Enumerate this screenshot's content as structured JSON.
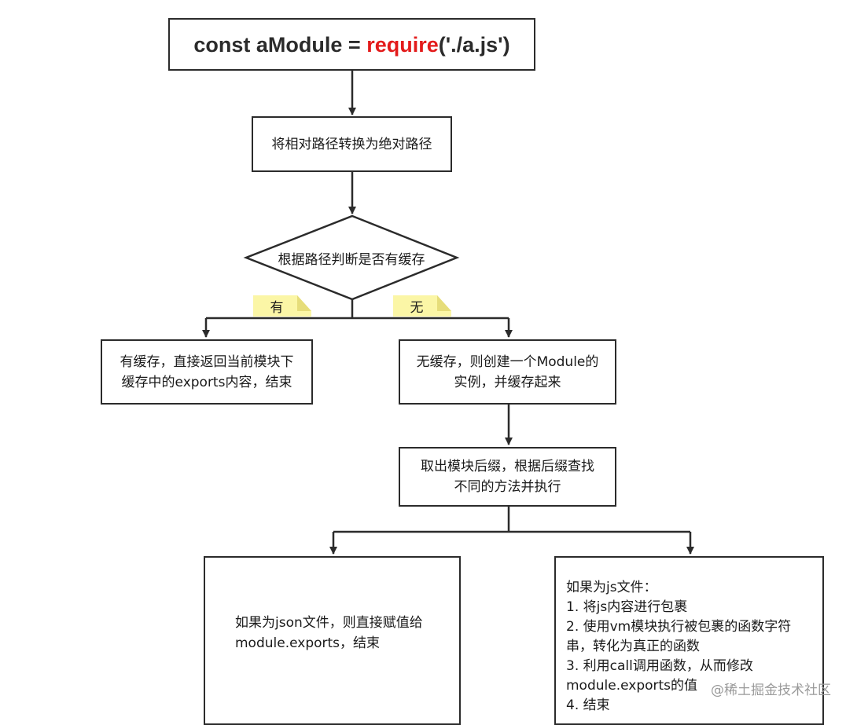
{
  "title": {
    "prefix": "const aModule = ",
    "keyword": "require",
    "suffix": "('./a.js')"
  },
  "nodes": {
    "resolve": "将相对路径转换为绝对路径",
    "decision": "根据路径判断是否有缓存",
    "cached_line1": "有缓存，直接返回当前模块下",
    "cached_line2": "缓存中的exports内容，结束",
    "not_cached_line1": "无缓存，则创建一个Module的",
    "not_cached_line2": "实例，并缓存起来",
    "ext_line1": "取出模块后缀，根据后缀查找",
    "ext_line2": "不同的方法并执行",
    "json_line1": "如果为json文件，则直接赋值给",
    "json_line2": "module.exports，结束",
    "js_lines": [
      "如果为js文件：",
      "1. 将js内容进行包裹",
      "2. 使用vm模块执行被包裹的函数字符",
      "串，转化为真正的函数",
      "3. 利用call调用函数，从而修改",
      "module.exports的值",
      "4. 结束"
    ]
  },
  "labels": {
    "yes": "有",
    "no": "无"
  },
  "watermark": "@稀土掘金技术社区",
  "colors": {
    "stroke": "#2b2b2b",
    "keyword": "#e31b1b",
    "note_fill": "#fbf6a6",
    "note_fold": "#e6dd7a"
  }
}
